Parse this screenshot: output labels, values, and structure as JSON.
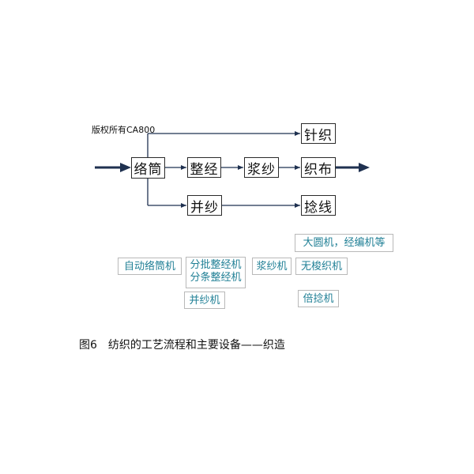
{
  "copyright": "版权所有CA800",
  "process_steps": {
    "winding": "络筒",
    "warping": "整经",
    "sizing": "浆纱",
    "weaving": "织布",
    "knitting": "针织",
    "doubling": "并纱",
    "twisting": "捻线"
  },
  "equipment": {
    "auto_winder": "自动络筒机",
    "warping_machines": [
      "分批整经机",
      "分条整经机"
    ],
    "sizing_machine": "浆纱机",
    "knitting_machines": "大圆机，经编机等",
    "shuttleless_loom": "无梭织机",
    "doubling_machine": "并纱机",
    "twisting_machine": "倍捻机"
  },
  "caption": "图6　纺织的工艺流程和主要设备——织造",
  "colors": {
    "arrow": "#1f3150",
    "equipment_text": "#1f7f95",
    "box_border": "#2a2a2a"
  }
}
